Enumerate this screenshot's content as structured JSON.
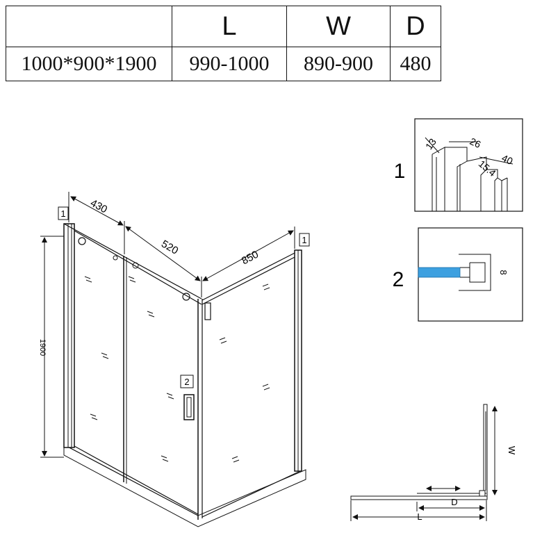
{
  "spec_table": {
    "headers": [
      "",
      "L",
      "W",
      "D"
    ],
    "row": [
      "1000*900*1900",
      "990-1000",
      "890-900",
      "480"
    ]
  },
  "iso": {
    "dim_top_left": "430",
    "dim_top_mid": "520",
    "dim_side": "850",
    "dim_height": "1900",
    "callout_1_left": "1",
    "callout_1_right": "1",
    "callout_2": "2"
  },
  "detail1": {
    "label": "1",
    "dims": [
      "13",
      "26",
      "40",
      "15.4"
    ]
  },
  "detail2": {
    "label": "2",
    "dim": "8"
  },
  "plan": {
    "w_label": "W",
    "d_label": "D",
    "l_label": "L"
  },
  "colors": {
    "line": "#111111",
    "glass_edge": "#3da0e0"
  }
}
